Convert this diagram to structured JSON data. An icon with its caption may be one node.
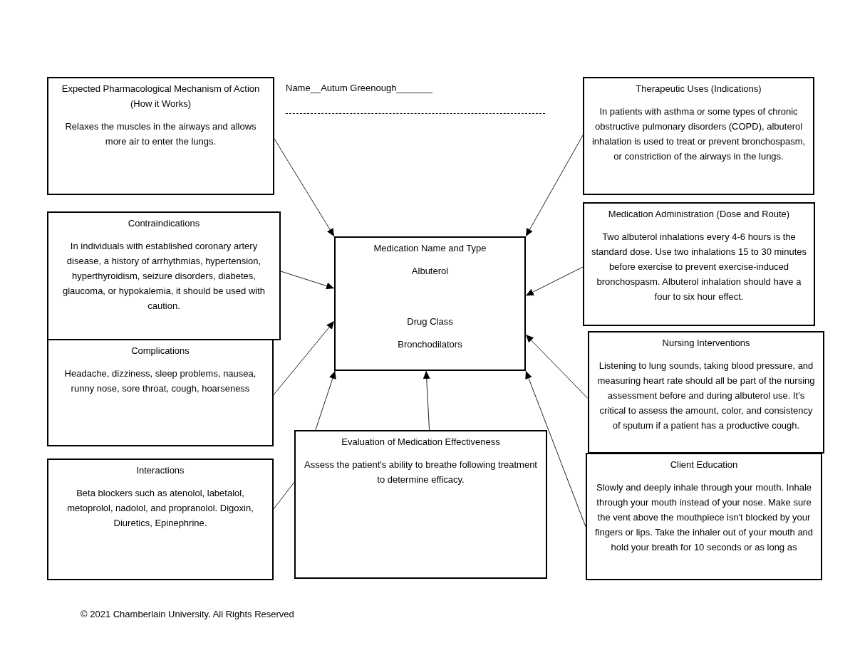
{
  "diagram": {
    "nodes": [
      {
        "text": [
          "Expected Pharmacological Mechanism of Action (How it Works)",
          "Relaxes the muscles in the airways and allows more air to enter the lungs."
        ]
      },
      {
        "text": [
          "Therapeutic Uses (Indications)",
          "In patients with asthma or some types of chronic obstructive pulmonary disorders (COPD), albuterol inhalation is used to treat or prevent bronchospasm, or constriction of the airways in the lungs."
        ]
      },
      {
        "text": [
          "Contraindications",
          "In individuals with established coronary artery disease, a history of arrhythmias, hypertension, hyperthyroidism, seizure disorders, diabetes, glaucoma, or hypokalemia, it should be used with caution."
        ]
      },
      {
        "text": [
          "Medication Name and Type",
          "Albuterol",
          "Drug Class",
          "Bronchodilators"
        ]
      },
      {
        "text": [
          "Medication Administration (Dose and Route)",
          "Two albuterol inhalations every 4-6 hours is the standard dose. Use two inhalations 15 to 30 minutes before exercise to prevent exercise-induced bronchospasm. Albuterol inhalation should have a four to six hour effect."
        ]
      },
      {
        "text": [
          "Complications",
          "Headache, dizziness, sleep problems, nausea, runny nose, sore throat, cough, hoarseness"
        ]
      },
      {
        "text": [
          "Nursing Interventions",
          "Listening to lung sounds, taking blood pressure, and measuring heart rate should all be part of the nursing assessment before and during albuterol use. It's critical to assess the amount, color, and consistency of sputum if a patient has a productive cough."
        ]
      },
      {
        "text": [
          "Evaluation of Medication Effectiveness",
          "Assess the patient's ability to breathe following treatment to determine efficacy."
        ]
      },
      {
        "text": [
          "Interactions",
          "Beta blockers such as atenolol, labetalol, metoprolol, nadolol, and propranolol. Digoxin, Diuretics, Epinephrine."
        ]
      },
      {
        "text": [
          "Client Education",
          "Slowly and deeply inhale through your mouth. Inhale through your mouth instead of your nose. Make sure the vent above the mouthpiece isn't blocked by your fingers or lips. Take the inhaler out of your mouth and hold your breath for 10 seconds or as long as"
        ]
      }
    ],
    "edges": [
      {
        "from": 0,
        "to": 3,
        "arrow": "to"
      },
      {
        "from": 2,
        "to": 3,
        "arrow": "to"
      },
      {
        "from": 5,
        "to": 3,
        "arrow": "to"
      },
      {
        "from": 8,
        "to": 7,
        "arrow": "none"
      },
      {
        "from": 7,
        "to": 3,
        "arrow": "to"
      },
      {
        "from": 7,
        "to": 3,
        "arrow": "to"
      },
      {
        "from": 1,
        "to": 3,
        "arrow": "to"
      },
      {
        "from": 4,
        "to": 3,
        "arrow": "to"
      },
      {
        "from": 6,
        "to": 3,
        "arrow": "to"
      },
      {
        "from": 9,
        "to": 3,
        "arrow": "to"
      }
    ],
    "labels": [
      "Name__Autum Greenough_______",
      "© 2021 Chamberlain University. All Rights Reserved"
    ]
  }
}
